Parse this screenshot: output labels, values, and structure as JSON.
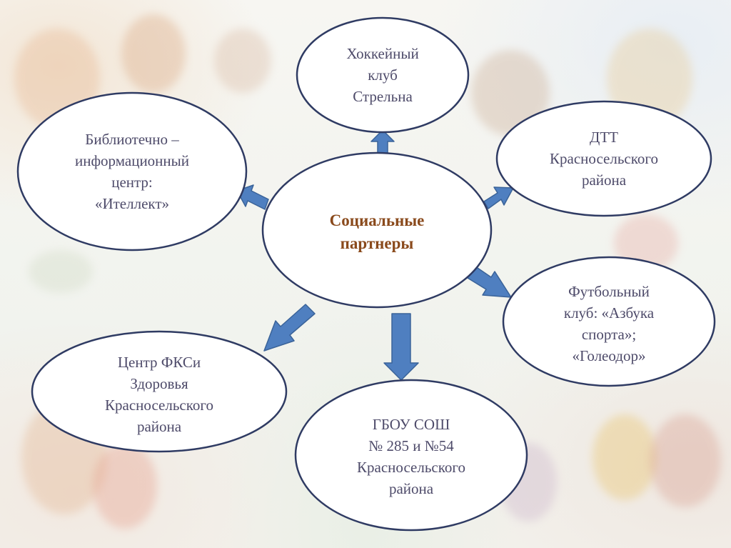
{
  "center": {
    "lines": [
      "Социальные",
      "партнеры"
    ]
  },
  "partners": {
    "hockey": {
      "lines": [
        "Хоккейный",
        "клуб",
        "Стрельна"
      ]
    },
    "library": {
      "lines": [
        "Библиотечно –",
        "информационный",
        "центр:",
        "«Ителлект»"
      ]
    },
    "dtt": {
      "lines": [
        "ДТТ",
        "Красносельского",
        "района"
      ]
    },
    "football": {
      "lines": [
        "Футбольный",
        "клуб: «Азбука",
        "спорта»;",
        "«Голеодор»"
      ]
    },
    "fks": {
      "lines": [
        "Центр ФКСи",
        "Здоровья",
        "Красносельского",
        "района"
      ]
    },
    "school": {
      "lines": [
        "ГБОУ СОШ",
        "№ 285 и №54",
        "Красносельского",
        "района"
      ]
    }
  },
  "colors": {
    "ellipse_stroke": "#2f3b63",
    "ellipse_fill": "#ffffff",
    "arrow_fill": "#4f7fc0",
    "arrow_stroke": "#3a6399",
    "text": "#4e4b6a",
    "center_text": "#8a4a1c"
  }
}
